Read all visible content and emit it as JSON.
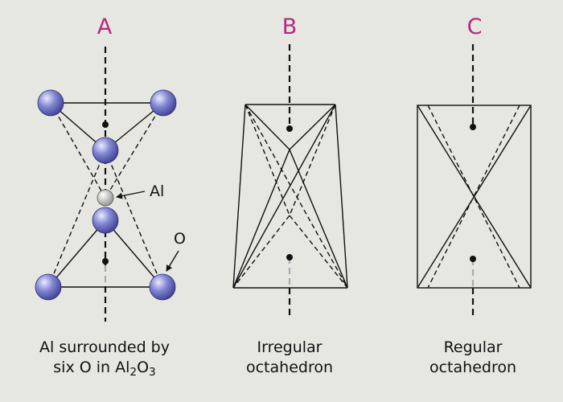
{
  "colors": {
    "background": "#e6e7e1",
    "label_letter": "#b5287f",
    "oxygen_atom": "#6b6fc2",
    "aluminium_atom": "#c8c8c8",
    "line": "#111111"
  },
  "panels": {
    "a": {
      "letter": "A",
      "caption_line1": "Al surrounded by",
      "caption_line2_prefix": "six O in Al",
      "formula_sub1": "2",
      "formula_mid": "O",
      "formula_sub2": "3"
    },
    "b": {
      "letter": "B",
      "caption_line1": "Irregular",
      "caption_line2": "octahedron"
    },
    "c": {
      "letter": "C",
      "caption_line1": "Regular",
      "caption_line2": "octahedron"
    }
  },
  "callouts": {
    "aluminium": "Al",
    "oxygen": "O"
  }
}
